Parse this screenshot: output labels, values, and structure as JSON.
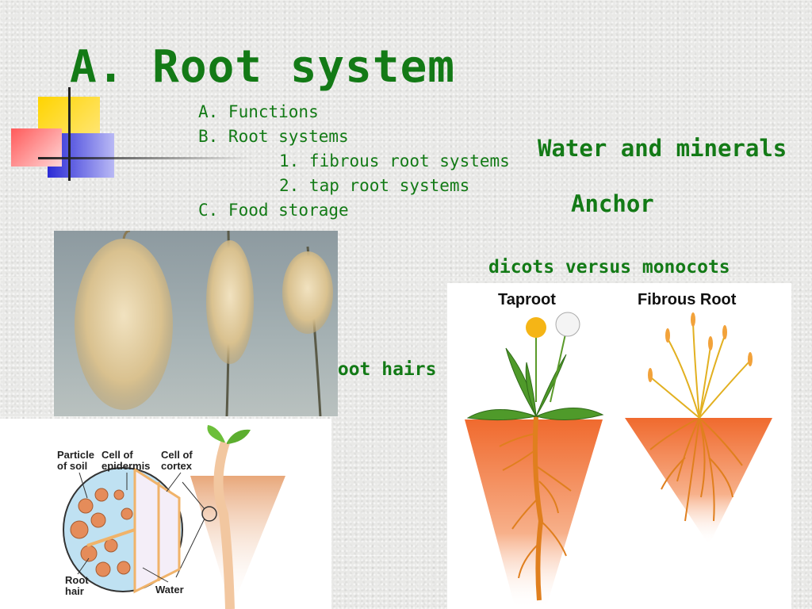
{
  "slide": {
    "title": "A. Root system",
    "outline": [
      {
        "text": "A. Functions",
        "indent": 0
      },
      {
        "text": "B. Root systems",
        "indent": 0
      },
      {
        "text": "1. fibrous root systems",
        "indent": 1
      },
      {
        "text": "2. tap root systems",
        "indent": 1
      },
      {
        "text": "C. Food storage",
        "indent": 0
      }
    ],
    "annotations": {
      "water": "Water and minerals",
      "anchor": "Anchor",
      "dicots": "dicots versus monocots",
      "root_hairs": "Root hairs"
    }
  },
  "diagram_labels": {
    "particle": [
      "Particle",
      "of soil"
    ],
    "epidermis": [
      "Cell of",
      "epidermis"
    ],
    "cortex": [
      "Cell of",
      "cortex"
    ],
    "root_hair": [
      "Root",
      "hair"
    ],
    "water": "Water"
  },
  "comparison": {
    "taproot": "Taproot",
    "fibrous": "Fibrous Root"
  },
  "colors": {
    "text_green": "#137a16",
    "soil": "#f07a3c",
    "root": "#e8902a",
    "leaf": "#4f9a2a"
  }
}
